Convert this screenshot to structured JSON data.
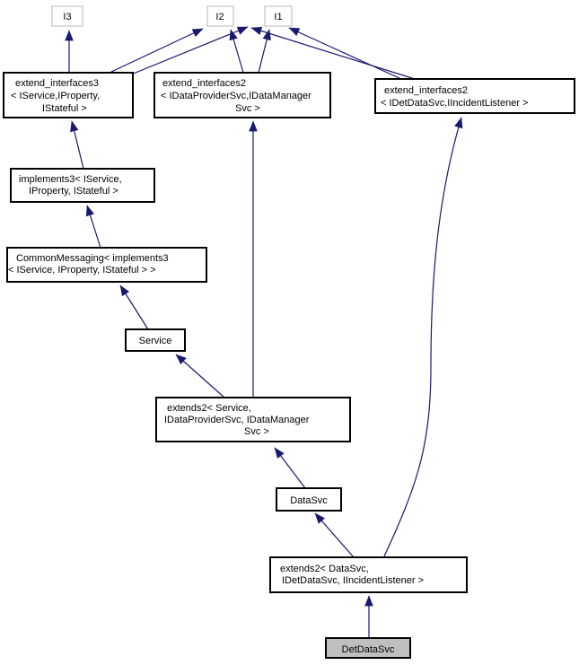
{
  "diagram": {
    "kind": "class-inheritance-graph",
    "colors": {
      "edge": "#191970",
      "node_border": "#000000",
      "node_fill": "#ffffff",
      "external_node_border": "#b8b8b8",
      "current_node_fill": "#bfbfbf",
      "text": "#000000",
      "background": "#ffffff"
    },
    "nodes": {
      "i3": {
        "label": "I3"
      },
      "i2": {
        "label": "I2"
      },
      "i1": {
        "label": "I1"
      },
      "extend_interfaces3": {
        "lines": [
          "extend_interfaces3",
          "< IService,IProperty,",
          "IStateful >"
        ]
      },
      "extend_interfaces2_data": {
        "lines": [
          "extend_interfaces2",
          "< IDataProviderSvc,IDataManager",
          "Svc >"
        ]
      },
      "extend_interfaces2_det": {
        "lines": [
          "extend_interfaces2",
          "< IDetDataSvc,IIncidentListener >"
        ]
      },
      "implements3": {
        "lines": [
          "implements3< IService,",
          "IProperty, IStateful >"
        ]
      },
      "common_messaging": {
        "lines": [
          "CommonMessaging< implements3",
          "< IService, IProperty, IStateful > >"
        ]
      },
      "service": {
        "label": "Service"
      },
      "extends2_service": {
        "lines": [
          "extends2< Service,",
          "IDataProviderSvc, IDataManager",
          "Svc >"
        ]
      },
      "datasvc": {
        "label": "DataSvc"
      },
      "extends2_datasvc": {
        "lines": [
          "extends2< DataSvc,",
          "IDetDataSvc, IIncidentListener >"
        ]
      },
      "detdatasvc": {
        "label": "DetDataSvc",
        "current": true
      }
    },
    "edges": [
      {
        "from": "extend_interfaces3",
        "to": "i3"
      },
      {
        "from": "extend_interfaces3",
        "to": "i2"
      },
      {
        "from": "extend_interfaces3",
        "to": "i1"
      },
      {
        "from": "extend_interfaces2_data",
        "to": "i2"
      },
      {
        "from": "extend_interfaces2_data",
        "to": "i1"
      },
      {
        "from": "extend_interfaces2_det",
        "to": "i2"
      },
      {
        "from": "extend_interfaces2_det",
        "to": "i1"
      },
      {
        "from": "implements3",
        "to": "extend_interfaces3"
      },
      {
        "from": "common_messaging",
        "to": "implements3"
      },
      {
        "from": "service",
        "to": "common_messaging"
      },
      {
        "from": "extends2_service",
        "to": "service"
      },
      {
        "from": "extends2_service",
        "to": "extend_interfaces2_data"
      },
      {
        "from": "datasvc",
        "to": "extends2_service"
      },
      {
        "from": "extends2_datasvc",
        "to": "datasvc"
      },
      {
        "from": "extends2_datasvc",
        "to": "extend_interfaces2_det"
      },
      {
        "from": "detdatasvc",
        "to": "extends2_datasvc"
      }
    ]
  }
}
